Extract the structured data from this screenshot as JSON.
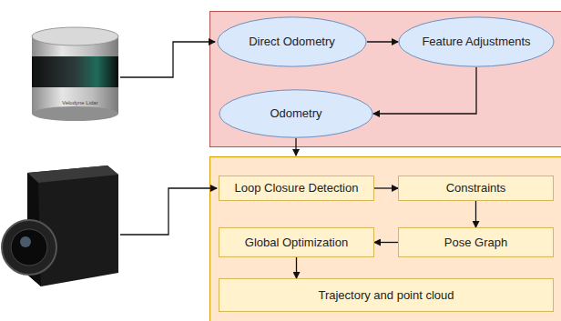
{
  "diagram": {
    "nodes": [
      {
        "text": [
          "Direct Odometry"
        ]
      },
      {
        "text": [
          "Feature Adjustments"
        ]
      },
      {
        "text": [
          "Odometry"
        ]
      },
      {
        "text": [
          "Loop Closure Detection"
        ]
      },
      {
        "text": [
          "Constraints"
        ]
      },
      {
        "text": [
          "Global Optimization"
        ]
      },
      {
        "text": [
          "Pose Graph"
        ]
      },
      {
        "text": [
          "Trajectory and point cloud"
        ]
      }
    ],
    "edges": [
      {
        "from": 0,
        "to": 1,
        "arrow": "to"
      },
      {
        "from": 1,
        "to": 2,
        "arrow": "to"
      },
      {
        "from": 3,
        "to": 4,
        "arrow": "to"
      },
      {
        "from": 4,
        "to": 6,
        "arrow": "to"
      },
      {
        "from": 6,
        "to": 5,
        "arrow": "to"
      },
      {
        "from": 5,
        "to": 7,
        "arrow": "to"
      }
    ],
    "labels": [
      "Velodyne Lidar"
    ]
  }
}
